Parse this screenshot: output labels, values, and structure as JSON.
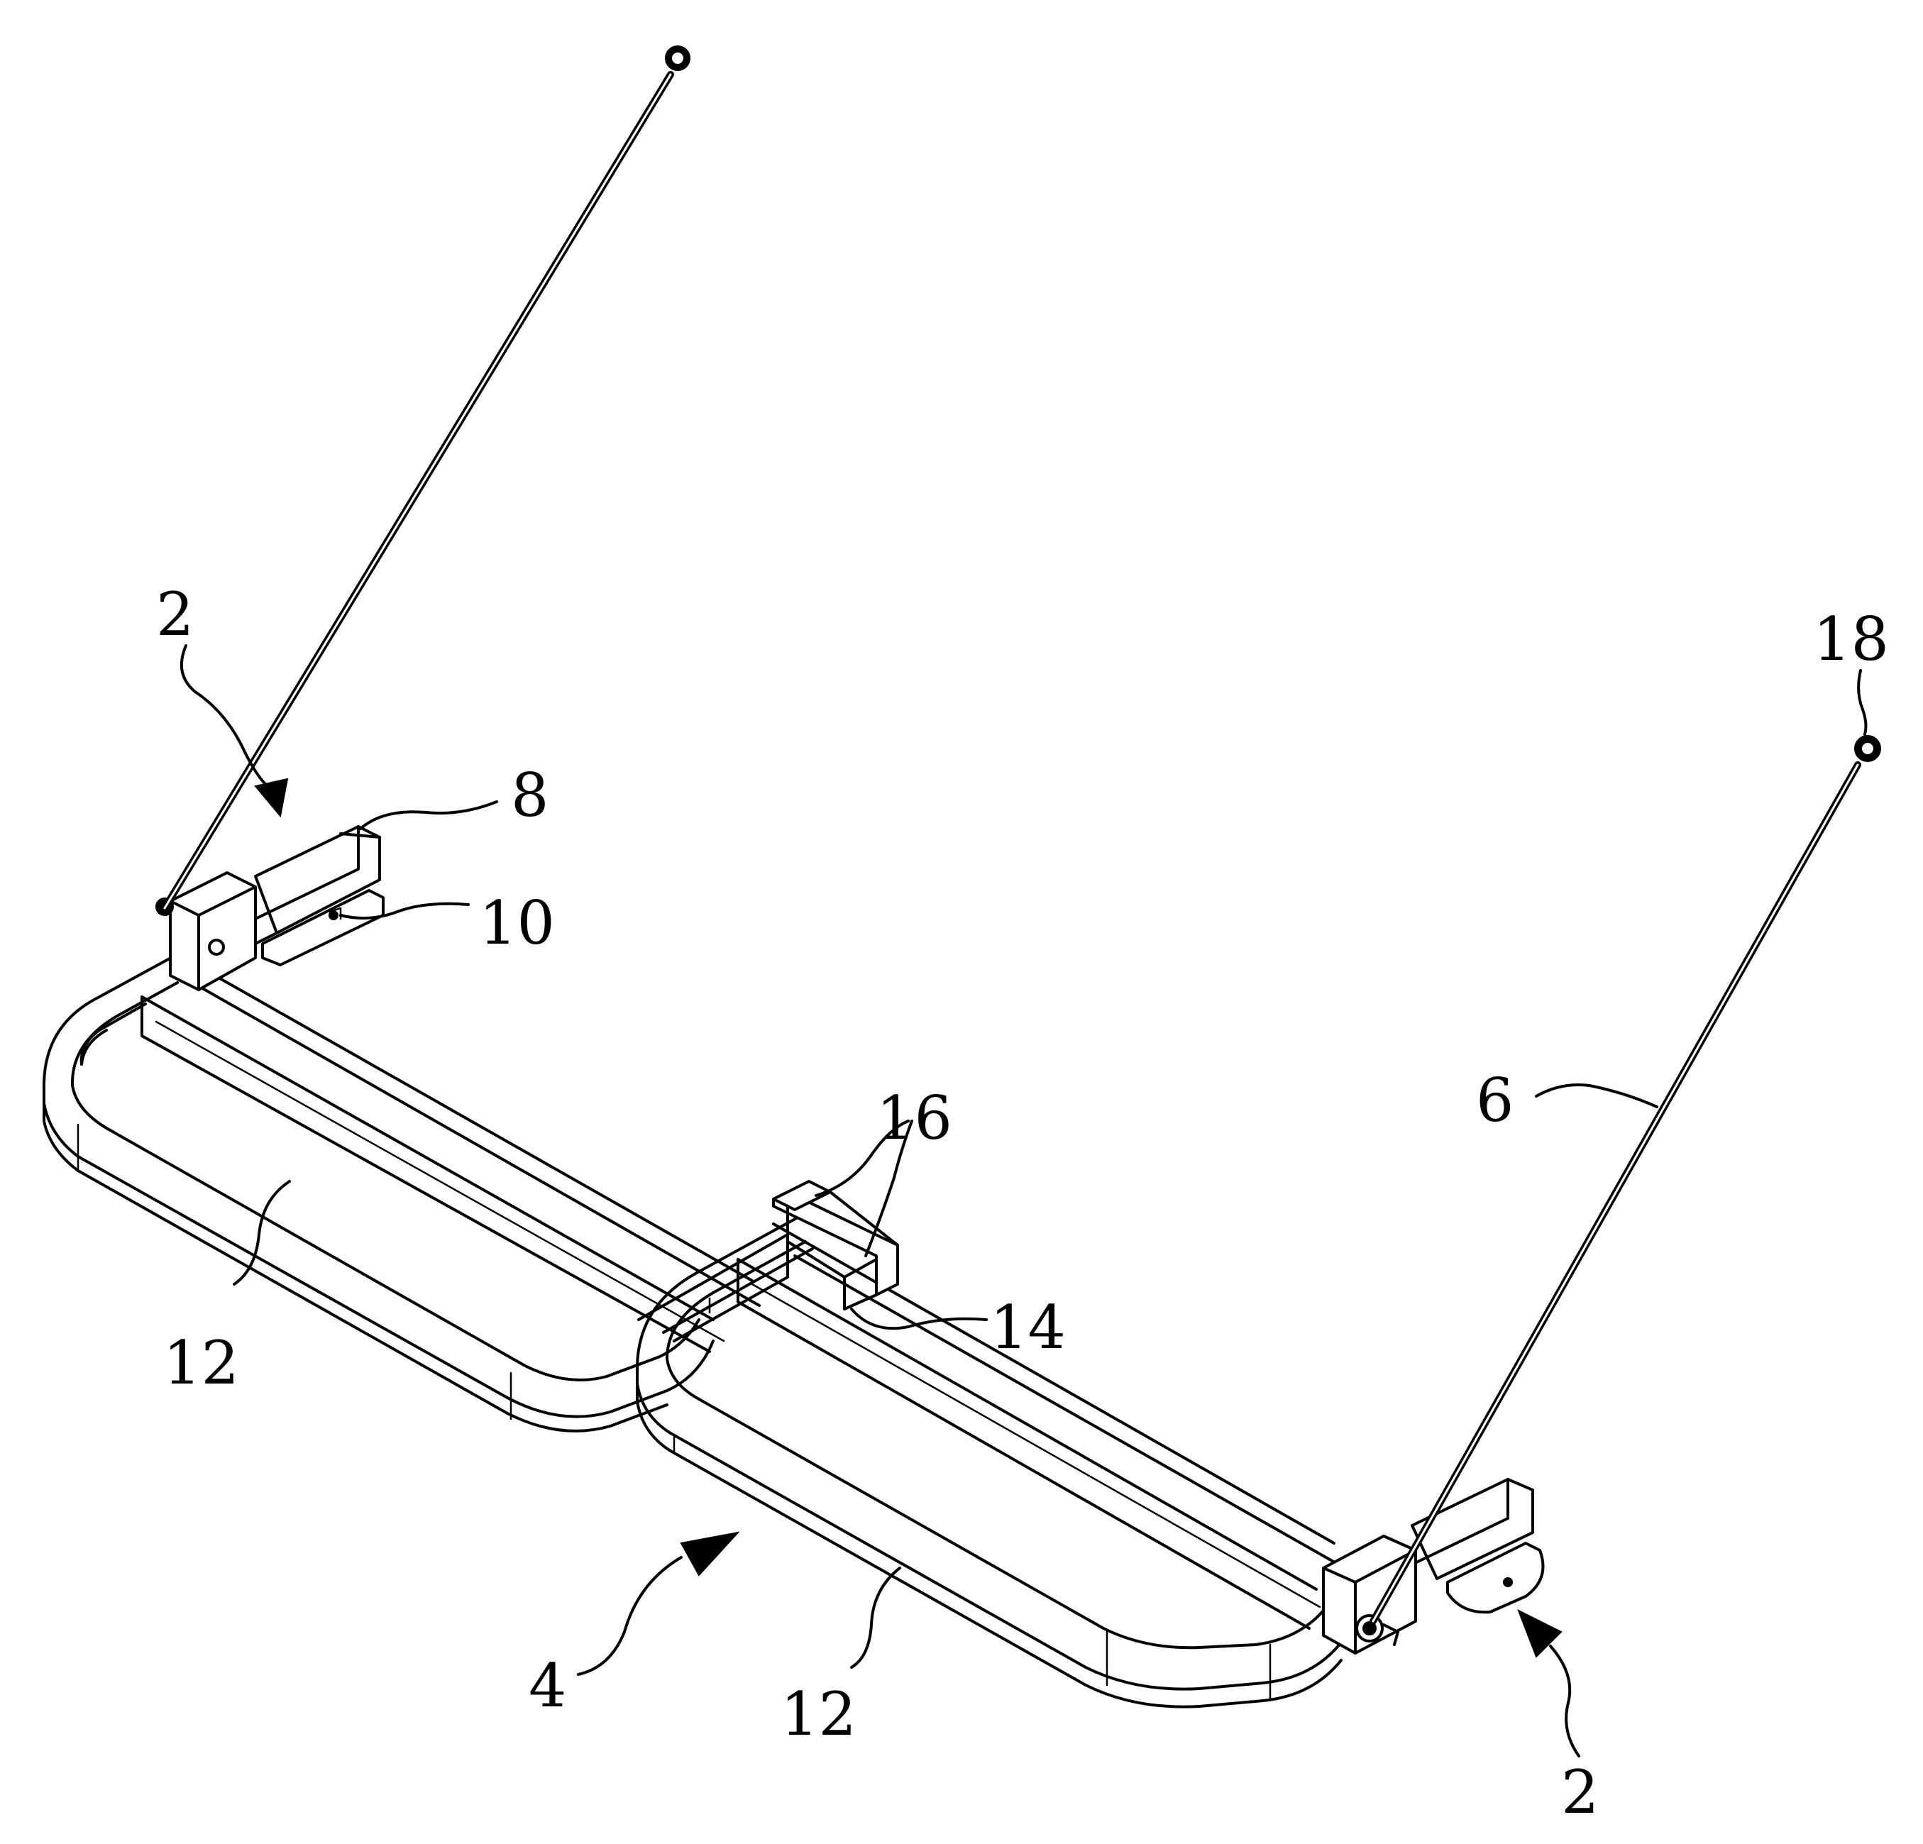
{
  "figure": {
    "labels": {
      "bracket_left": "2",
      "bracket_right": "2",
      "frame": "4",
      "rod": "6",
      "sleeve": "8",
      "pin": "10",
      "frame_half_left": "12",
      "frame_half_right": "12",
      "joint": "14",
      "clamp": "16",
      "rod_end": "18"
    }
  }
}
